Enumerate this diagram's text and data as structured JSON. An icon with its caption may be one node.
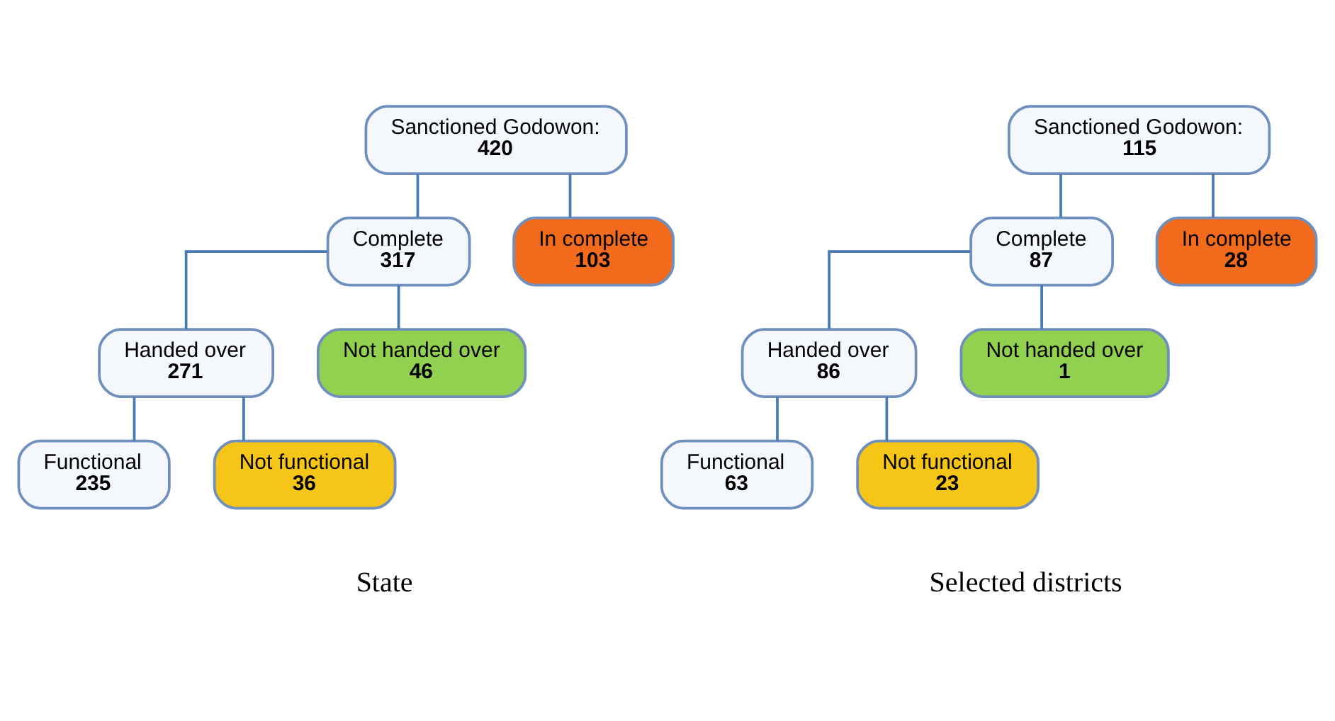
{
  "diagram": {
    "nodes": [
      {
        "text": [
          "Sanctioned Godowon:",
          "420"
        ]
      },
      {
        "text": [
          "Complete",
          "317"
        ]
      },
      {
        "text": [
          "In complete",
          "103"
        ]
      },
      {
        "text": [
          "Handed over",
          "271"
        ]
      },
      {
        "text": [
          "Not handed over",
          "46"
        ]
      },
      {
        "text": [
          "Functional",
          "235"
        ]
      },
      {
        "text": [
          "Not functional",
          "36"
        ]
      },
      {
        "text": [
          "Sanctioned Godowon:",
          "115"
        ]
      },
      {
        "text": [
          "Complete",
          "87"
        ]
      },
      {
        "text": [
          "In complete",
          "28"
        ]
      },
      {
        "text": [
          "Handed over",
          "86"
        ]
      },
      {
        "text": [
          "Not handed over",
          "1"
        ]
      },
      {
        "text": [
          "Functional",
          "63"
        ]
      },
      {
        "text": [
          "Not functional",
          "23"
        ]
      }
    ],
    "edges": [
      {
        "from": 0,
        "to": 1,
        "arrow": "none"
      },
      {
        "from": 0,
        "to": 2,
        "arrow": "none"
      },
      {
        "from": 1,
        "to": 3,
        "arrow": "none"
      },
      {
        "from": 1,
        "to": 4,
        "arrow": "none"
      },
      {
        "from": 3,
        "to": 5,
        "arrow": "none"
      },
      {
        "from": 3,
        "to": 6,
        "arrow": "none"
      },
      {
        "from": 7,
        "to": 8,
        "arrow": "none"
      },
      {
        "from": 7,
        "to": 9,
        "arrow": "none"
      },
      {
        "from": 8,
        "to": 10,
        "arrow": "none"
      },
      {
        "from": 8,
        "to": 11,
        "arrow": "none"
      },
      {
        "from": 10,
        "to": 12,
        "arrow": "none"
      },
      {
        "from": 10,
        "to": 13,
        "arrow": "none"
      }
    ],
    "labels": [
      "State",
      "Selected districts"
    ]
  }
}
